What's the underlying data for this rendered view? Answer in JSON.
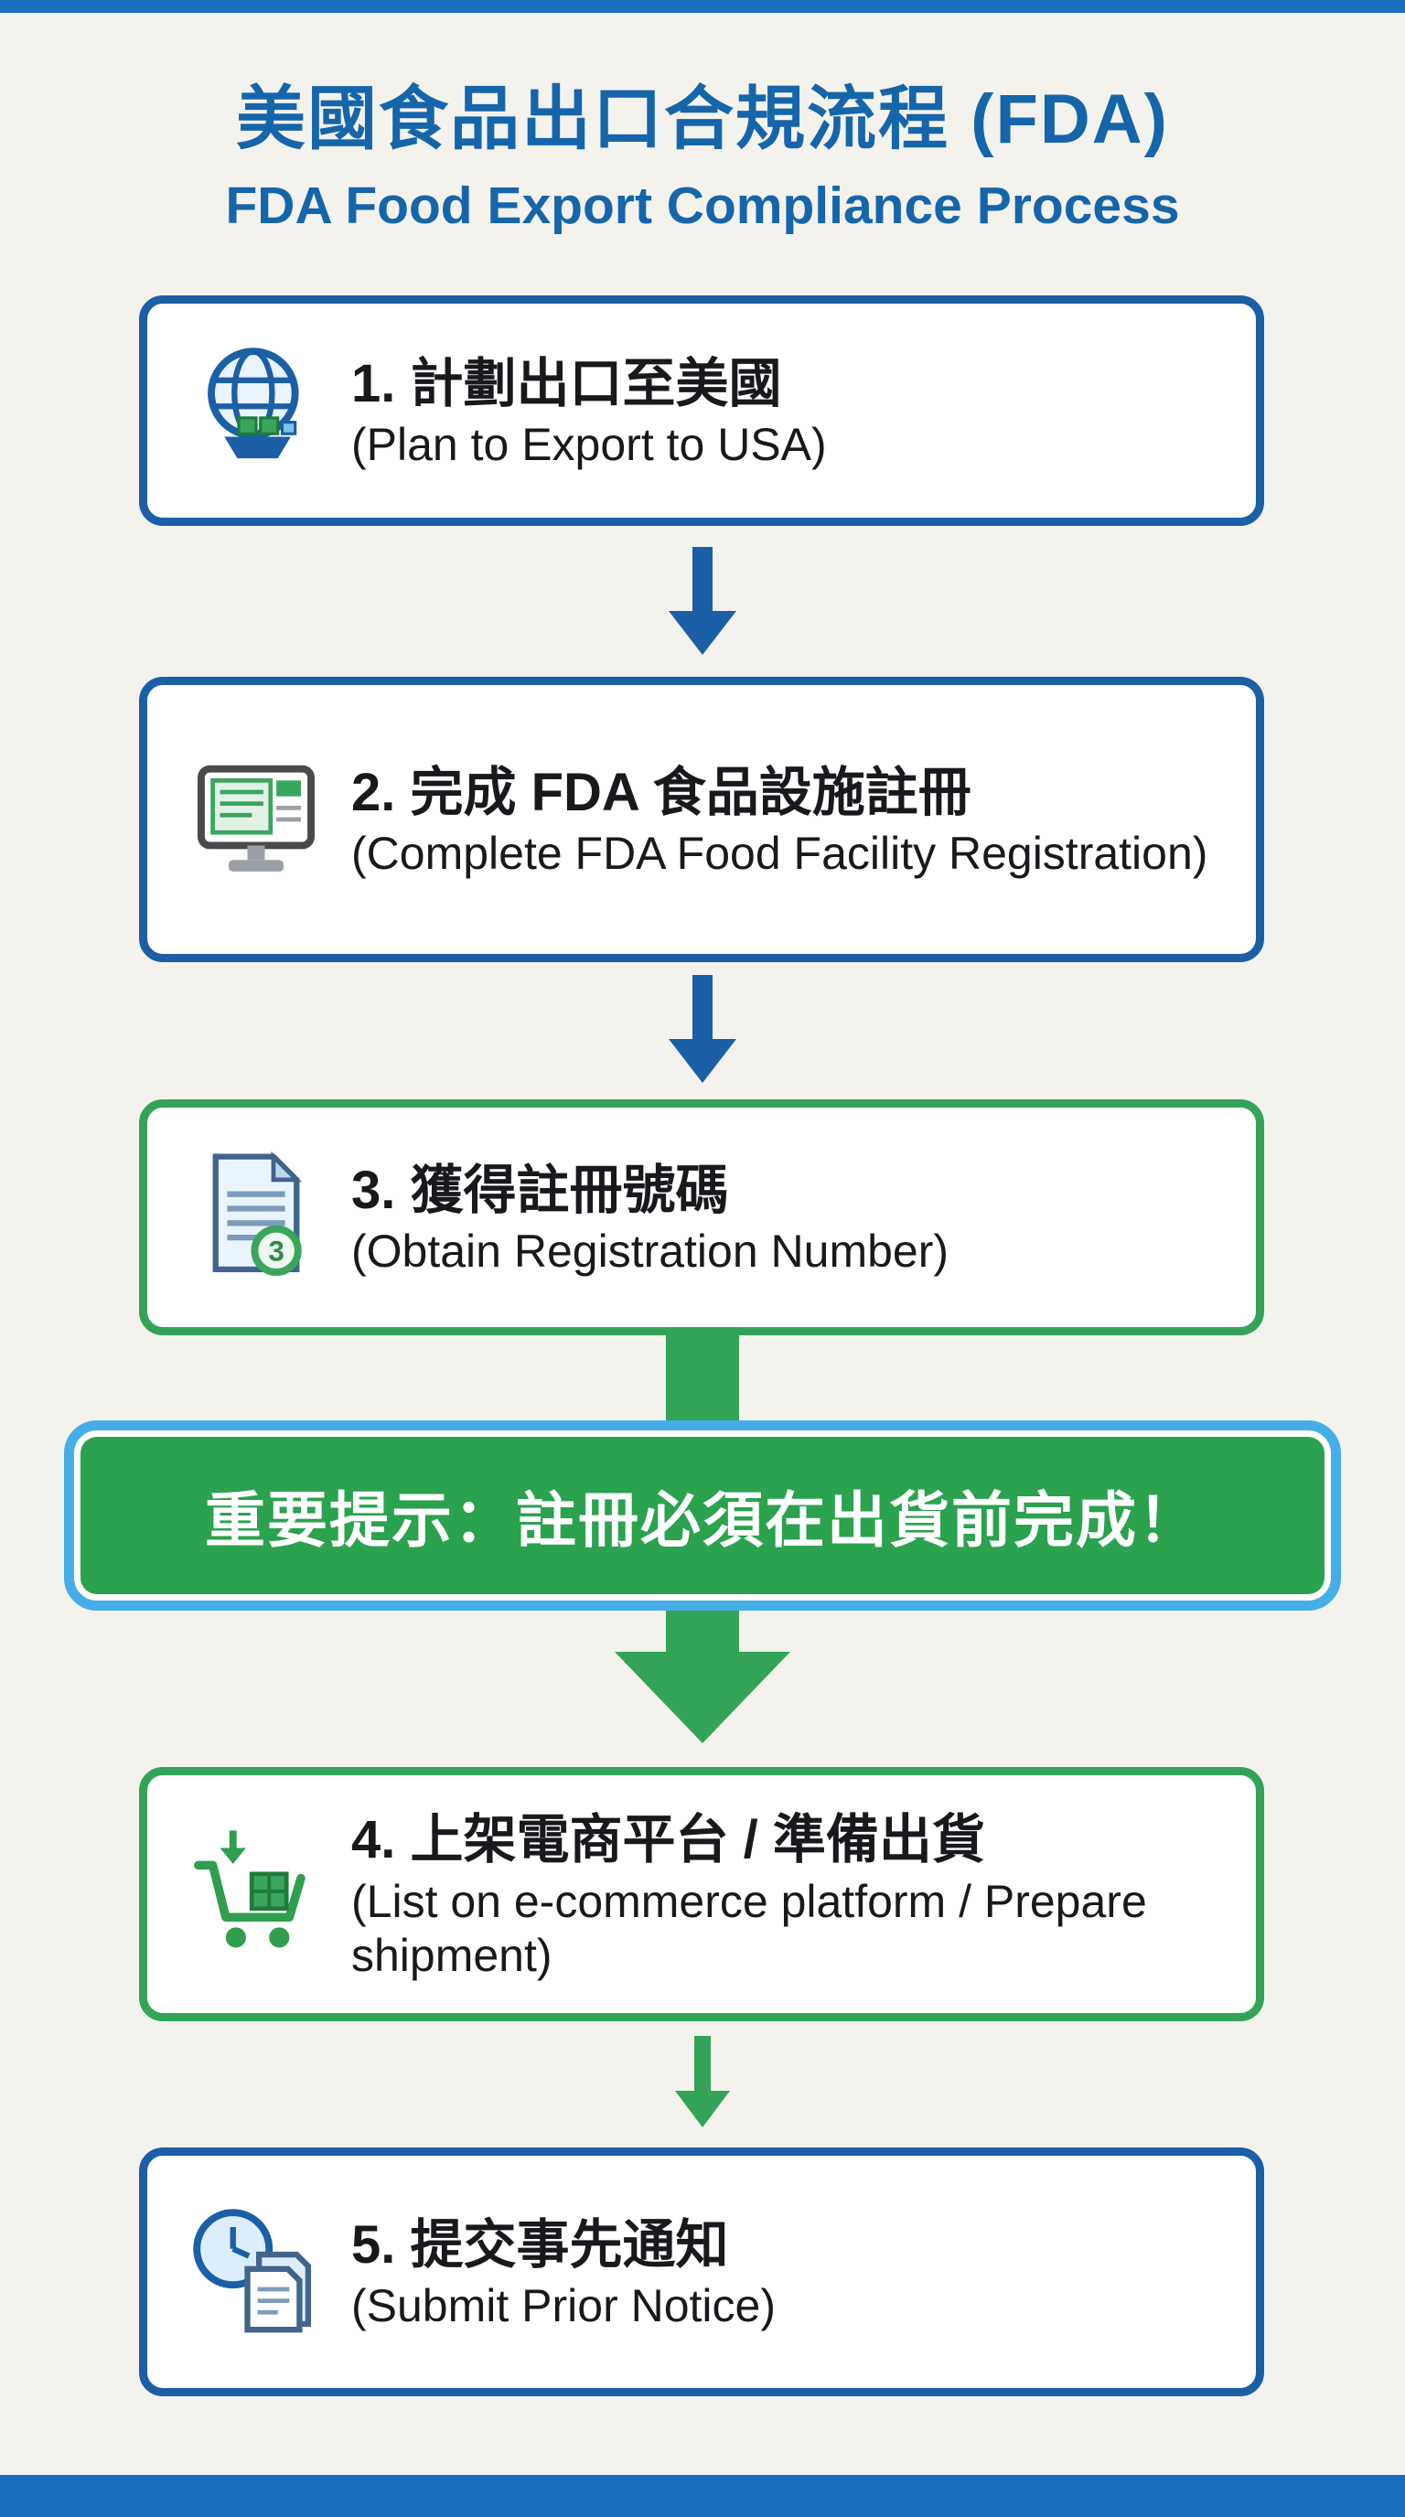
{
  "colors": {
    "bg": "#f4f2ec",
    "blue": "#1b5fa6",
    "green": "#33a457",
    "banner-green": "#2aa24e",
    "banner-border": "#45aee8",
    "bar-blue": "#1a6ec2",
    "title-blue": "#1565ab",
    "text": "#17191c"
  },
  "title": {
    "zh": "美國食品出口合規流程 (FDA)",
    "en": "FDA Food Export Compliance Process"
  },
  "steps": [
    {
      "zh": "1. 計劃出口至美國",
      "en": "(Plan to Export to USA)",
      "icon": "globe-ship-icon",
      "accent": "blue"
    },
    {
      "zh": "2. 完成 FDA 食品設施註冊",
      "en": "(Complete FDA Food Facility Registration)",
      "icon": "monitor-registration-icon",
      "accent": "blue"
    },
    {
      "zh": "3. 獲得註冊號碼",
      "en": "(Obtain Registration Number)",
      "icon": "document-number-icon",
      "accent": "green",
      "badge": "3"
    },
    {
      "zh": "4. 上架電商平台 / 準備出貨",
      "en": "(List on e-commerce platform / Prepare shipment)",
      "icon": "cart-shipment-icon",
      "accent": "green"
    },
    {
      "zh": "5. 提交事先通知",
      "en": "(Submit Prior Notice)",
      "icon": "clock-documents-icon",
      "accent": "blue"
    }
  ],
  "banner": {
    "text": "重要提示：註冊必須在出貨前完成！"
  }
}
